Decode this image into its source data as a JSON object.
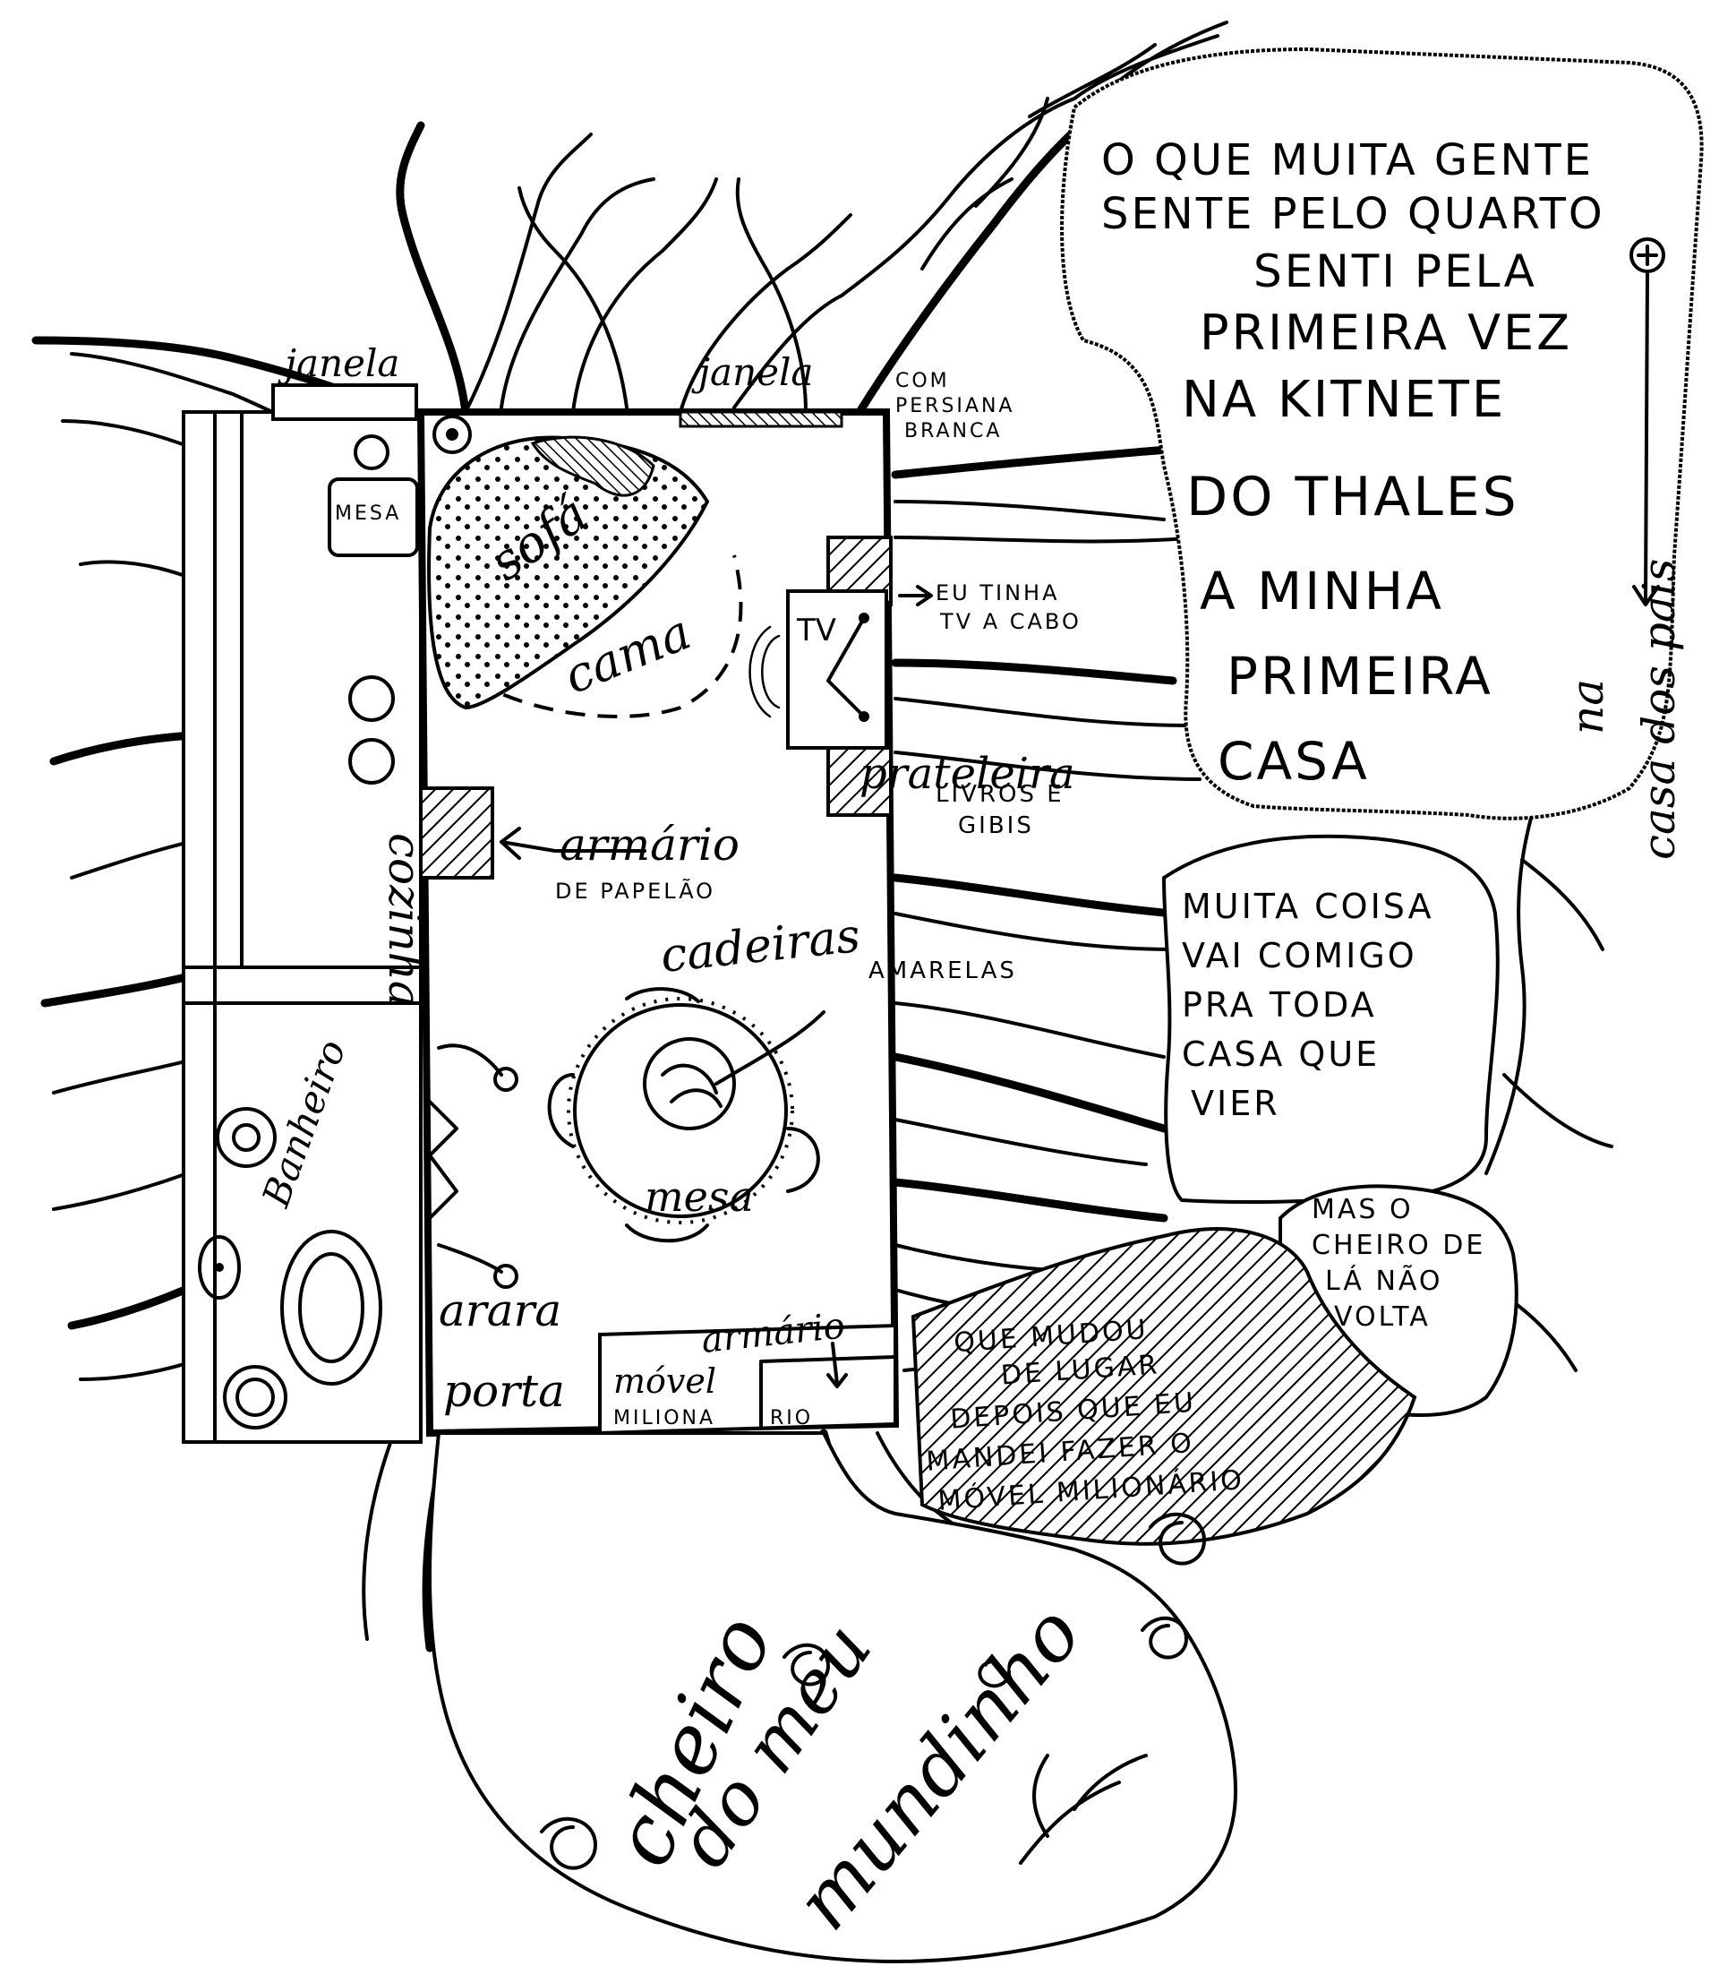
{
  "rooms": {
    "cozinha": "cozinha",
    "banheiro": "Banheiro",
    "sofa": "sofá",
    "cama": "cama",
    "mesa_cozinha": "MESA",
    "mesa": "mesa",
    "tv": "TV",
    "arara": "arara",
    "porta": "porta"
  },
  "labels": {
    "janela_left": "janela",
    "janela_right": "janela",
    "persiana_1": "COM",
    "persiana_2": "PERSIANA",
    "persiana_3": "BRANCA",
    "tv_cabo_1": "EU TINHA",
    "tv_cabo_2": "TV A CABO",
    "prateleira": "prateleira",
    "livros_1": "LIVROS E",
    "livros_2": "GIBIS",
    "armario": "armário",
    "papelao": "DE PAPELÃO",
    "cadeiras": "cadeiras",
    "amarelas": "AMARELAS",
    "armario_bottom": "armário",
    "movel": "móvel",
    "miliona": "MILIONA",
    "rio": "RIO"
  },
  "bubbles": {
    "main": [
      "O QUE MUITA GENTE",
      "SENTE PELO QUARTO",
      "SENTI PELA",
      "PRIMEIRA VEZ",
      "NA KITNETE",
      "DO THALES",
      "A MINHA",
      "PRIMEIRA",
      "CASA"
    ],
    "vertical": [
      "na",
      "casa dos pais"
    ],
    "muita": [
      "MUITA COISA",
      "VAI COMIGO",
      "PRA TODA",
      "CASA QUE",
      "VIER"
    ],
    "cheiro": [
      "MAS O",
      "CHEIRO DE",
      "LÁ NÃO",
      "VOLTA"
    ],
    "mudou": [
      "QUE MUDOU",
      "DE LUGAR",
      "DEPOIS QUE EU",
      "MANDEI FAZER O",
      "MÓVEL MILIONÁRIO"
    ],
    "bottom": [
      "cheiro",
      "do meu",
      "mundinho"
    ]
  },
  "colors": {
    "ink": "#000000",
    "paper": "#ffffff"
  }
}
